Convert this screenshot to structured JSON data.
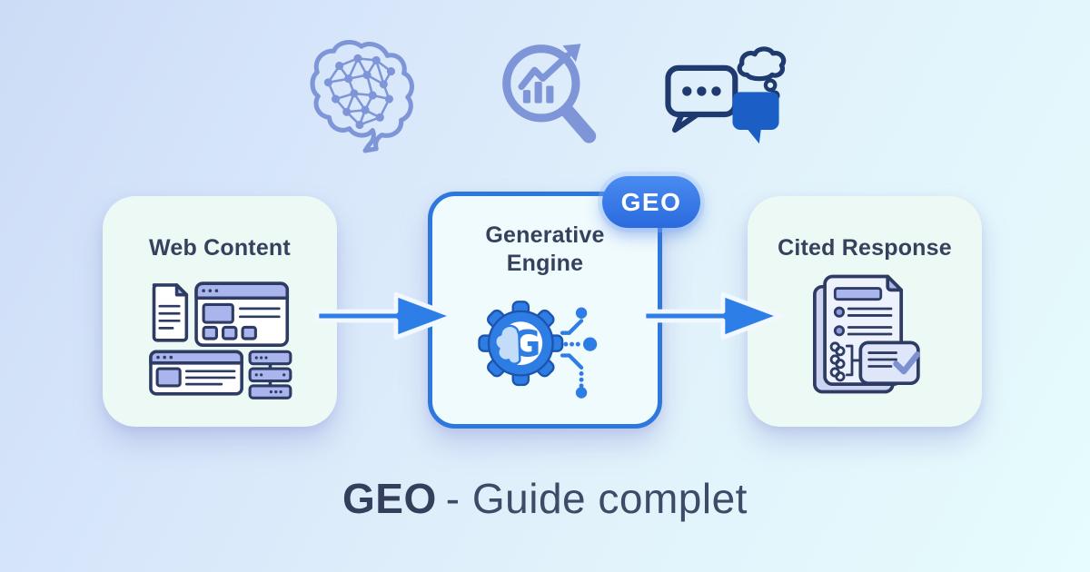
{
  "decorative_icons": [
    {
      "name": "neural-network-brain-icon"
    },
    {
      "name": "analytics-chart-magnifier-icon"
    },
    {
      "name": "chat-thought-bubbles-icon"
    }
  ],
  "flow": {
    "nodes": [
      {
        "label": "Web Content",
        "icon": "web-content-documents-icon"
      },
      {
        "label": "Generative Engine",
        "icon": "gear-brain-g-icon",
        "badge": "GEO"
      },
      {
        "label": "Cited Response",
        "icon": "cited-document-check-icon"
      }
    ],
    "connectors": [
      {
        "from": "Web Content",
        "to": "Generative Engine"
      },
      {
        "from": "Generative Engine",
        "to": "Cited Response"
      }
    ]
  },
  "footer": {
    "highlight": "GEO",
    "rest": "- Guide complet"
  },
  "colors": {
    "background_top_left": "#ccdcf6",
    "background_bottom_right": "#e6fcfd",
    "card_background": "#ecf9f5",
    "card_mid_background": "#f0fbfd",
    "card_mid_border": "#2e78dd",
    "arrow_blue": "#2e7ee8",
    "badge_blue": "#2a6ade",
    "badge_text": "#ffffff",
    "heading_navy": "#37415e",
    "footer_text": "#3c4863",
    "deco_periwinkle": "#7e96d8",
    "chat_outline_navy": "#1e3a6e",
    "chat_fill_blue": "#1b5ec6",
    "icon_outline_navy": "#2e3c63",
    "icon_fill_periwinkle": "#aab5ee",
    "gear_blue": "#2e7de4"
  }
}
